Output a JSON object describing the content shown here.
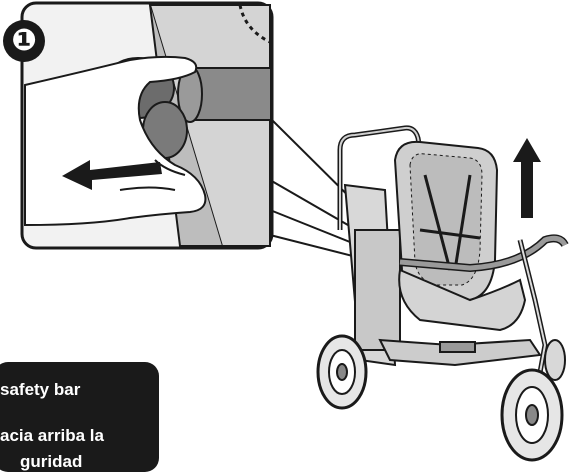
{
  "step": {
    "number": "❶"
  },
  "caption": {
    "en": "safety bar",
    "es_line1": "acia arriba la",
    "es_line2": "guridad"
  },
  "arrows": {
    "inset": "arrow-left-icon",
    "main": "arrow-up-icon"
  },
  "colors": {
    "ink": "#1a1a1a",
    "frame_gray": "#b8b8b8",
    "seat_gray": "#cfcfcf",
    "background": "#ffffff"
  }
}
